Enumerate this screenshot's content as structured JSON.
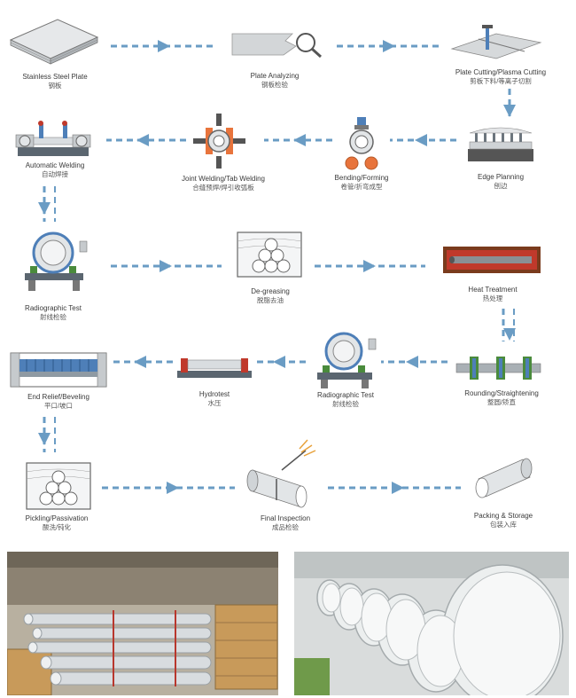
{
  "steps": [
    {
      "en": "Stainless Steel Plate",
      "cn": "钢板"
    },
    {
      "en": "Plate Analyzing",
      "cn": "钢板检验"
    },
    {
      "en": "Plate Cutting/Plasma Cutting",
      "cn": "剪板下料/等离子切割"
    },
    {
      "en": "Edge Planning",
      "cn": "刨边"
    },
    {
      "en": "Bending/Forming",
      "cn": "卷管/折弯成型"
    },
    {
      "en": "Joint Welding/Tab Welding",
      "cn": "合缝预焊/焊引收弧板"
    },
    {
      "en": "Automatic Welding",
      "cn": "自动焊接"
    },
    {
      "en": "Radiographic Test",
      "cn": "射线检验"
    },
    {
      "en": "De-greasing",
      "cn": "脱脂去油"
    },
    {
      "en": "Heat Treatment",
      "cn": "热处理"
    },
    {
      "en": "Rounding/Straightening",
      "cn": "整圆/矫直"
    },
    {
      "en": "Radiographic Test",
      "cn": "射线检验"
    },
    {
      "en": "Hydrotest",
      "cn": "水压"
    },
    {
      "en": "End Relief/Beveling",
      "cn": "平口/坡口"
    },
    {
      "en": "Pickling/Passivation",
      "cn": "酸洗/钝化"
    },
    {
      "en": "Final Inspection",
      "cn": "成品检验"
    },
    {
      "en": "Packing & Storage",
      "cn": "包装入库"
    }
  ],
  "colors": {
    "arrow": "#6a9cc4",
    "steel": "#d9dde0",
    "steel_dark": "#8f9aa3",
    "orange": "#e8743c",
    "heat": "#c0392b",
    "accent_blue": "#4e7fb8",
    "green": "#4a8b3c"
  }
}
